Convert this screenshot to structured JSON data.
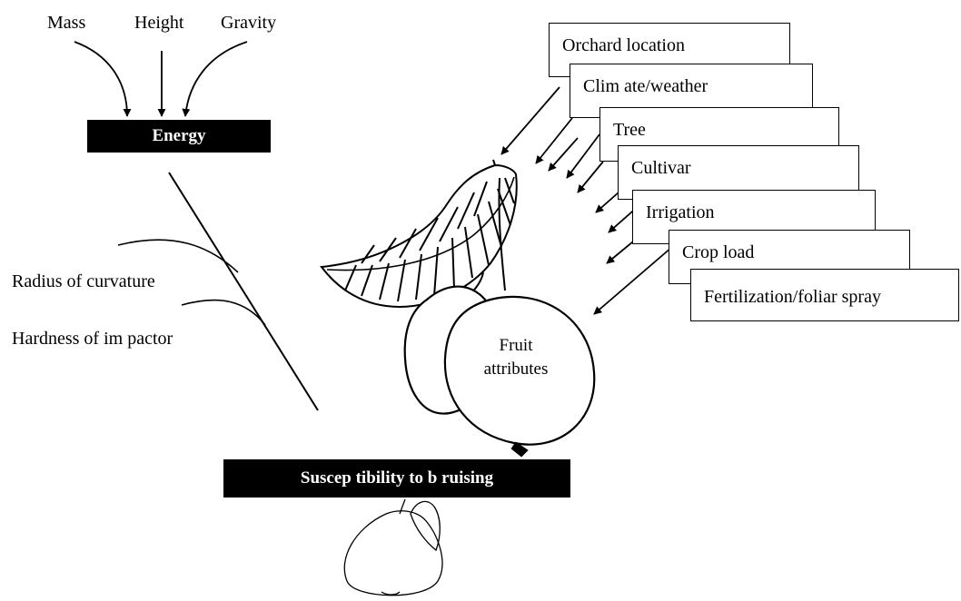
{
  "energy_inputs": [
    "Mass",
    "Height",
    "Gravity"
  ],
  "energy_label": "Energy",
  "impactor_factors": [
    "Radius of curvature",
    "Hardness of im pactor"
  ],
  "fruit_label_line1": "Fruit",
  "fruit_label_line2": "attributes",
  "outcome_label": "Suscep tibility to b ruising",
  "preharvest_factors": [
    "Orchard location",
    "Clim ate/weather",
    "Tree",
    "Cultivar",
    "Irrigation",
    "Crop load",
    "Fertilization/foliar spray"
  ]
}
